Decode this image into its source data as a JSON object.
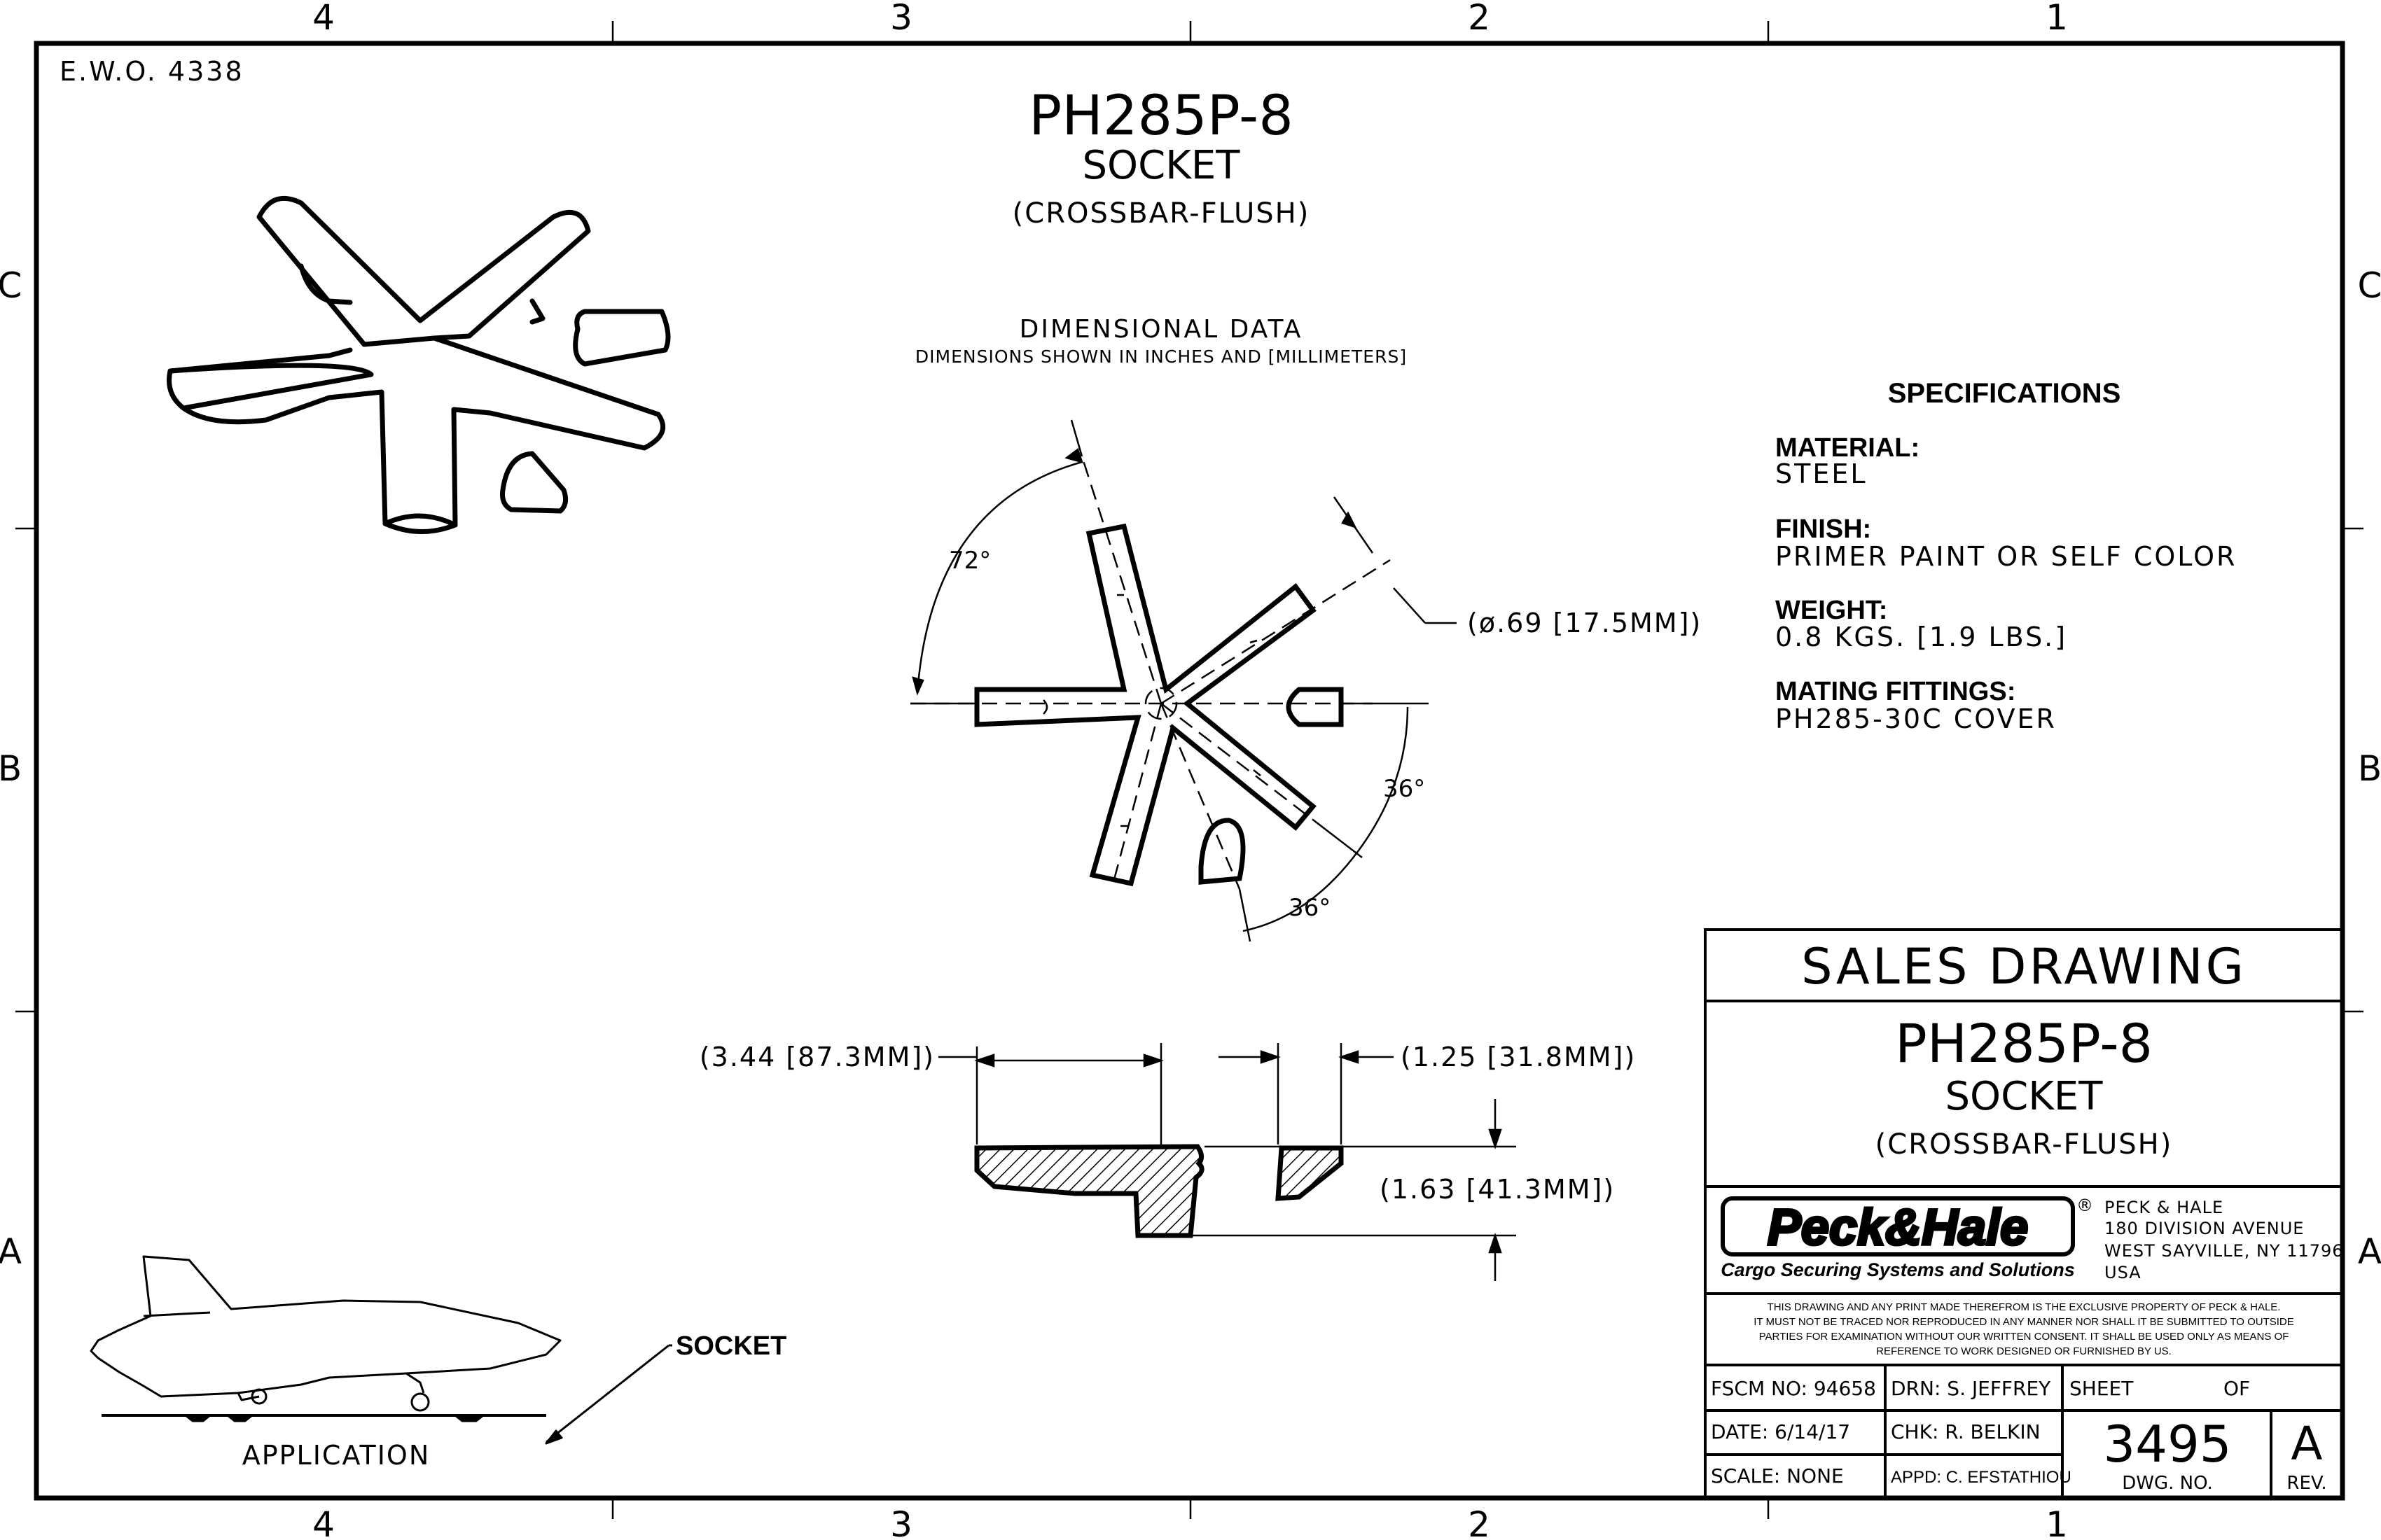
{
  "border": {
    "cols_top": [
      "4",
      "3",
      "2",
      "1"
    ],
    "cols_bottom": [
      "4",
      "3",
      "2",
      "1"
    ],
    "rows_left": [
      "C",
      "B",
      "A"
    ],
    "rows_right": [
      "C",
      "B",
      "A"
    ]
  },
  "ewo": "E.W.O. 4338",
  "title": {
    "part": "PH285P-8",
    "name": "SOCKET",
    "sub": "(CROSSBAR-FLUSH)"
  },
  "dimensional": {
    "heading": "DIMENSIONAL DATA",
    "note": "DIMENSIONS SHOWN IN INCHES AND [MILLIMETERS]"
  },
  "dims": {
    "angle72": "72°",
    "angle36a": "36°",
    "angle36b": "36°",
    "dia": "(ø.69 [17.5MM])",
    "width": "(3.44 [87.3MM])",
    "bar": "(1.25 [31.8MM])",
    "height": "(1.63 [41.3MM])"
  },
  "specs": {
    "heading": "SPECIFICATIONS",
    "material_label": "MATERIAL:",
    "material": "STEEL",
    "finish_label": "FINISH:",
    "finish": "PRIMER PAINT OR SELF COLOR",
    "weight_label": "WEIGHT:",
    "weight": "0.8 KGS. [1.9 LBS.]",
    "mating_label": "MATING FITTINGS:",
    "mating": "PH285-30C COVER"
  },
  "application": {
    "callout": "SOCKET",
    "caption": "APPLICATION"
  },
  "titleblock": {
    "header": "SALES DRAWING",
    "part": "PH285P-8",
    "name": "SOCKET",
    "sub": "(CROSSBAR-FLUSH)",
    "logo": "Peck&Hale",
    "registered": "®",
    "tagline": "Cargo Securing Systems and Solutions",
    "address": [
      "PECK & HALE",
      "180 DIVISION AVENUE",
      "WEST SAYVILLE, NY 11796",
      "USA"
    ],
    "notice": [
      "THIS DRAWING AND ANY PRINT MADE THEREFROM IS THE EXCLUSIVE PROPERTY OF PECK & HALE.",
      "IT MUST NOT BE TRACED NOR REPRODUCED IN ANY MANNER NOR SHALL IT BE SUBMITTED TO OUTSIDE",
      "PARTIES FOR EXAMINATION WITHOUT OUR WRITTEN CONSENT.  IT SHALL BE USED ONLY AS MEANS OF",
      "REFERENCE TO WORK DESIGNED OR FURNISHED BY US."
    ],
    "fscm": "FSCM NO: 94658",
    "drn": "DRN: S. JEFFREY",
    "sheet": "SHEET",
    "of": "OF",
    "date": "DATE: 6/14/17",
    "chk": "CHK: R. BELKIN",
    "scale": "SCALE: NONE",
    "appd": "APPD: C. EFSTATHIOU",
    "dwg_no": "3495",
    "dwg_label": "DWG. NO.",
    "rev": "A",
    "rev_label": "REV."
  }
}
